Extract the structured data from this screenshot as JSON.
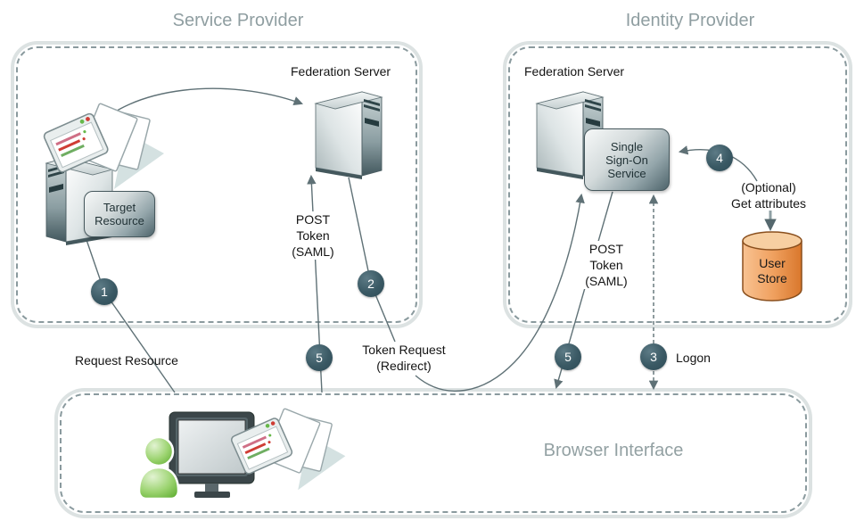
{
  "diagram": {
    "service_provider": {
      "title": "Service Provider",
      "federation_server_label": "Federation Server",
      "target_resource_label": "Target\nResource"
    },
    "identity_provider": {
      "title": "Identity Provider",
      "federation_server_label": "Federation Server",
      "sso_label": "Single\nSign-On\nService",
      "get_attributes_label": "(Optional)\nGet attributes",
      "user_store_label": "User\nStore"
    },
    "browser": {
      "label": "Browser Interface"
    },
    "flows": {
      "request_resource": "Request Resource",
      "post_token_sp": "POST\nToken\n(SAML)",
      "token_request": "Token Request\n(Redirect)",
      "post_token_idp": "POST\nToken\n(SAML)",
      "logon": "Logon"
    },
    "steps": {
      "s1": "1",
      "s2": "2",
      "s3": "3",
      "s4": "4",
      "s5_sp": "5",
      "s5_idp": "5"
    },
    "icons": {
      "server": "server-tower-icon",
      "documents": "documents-icon",
      "user_store": "database-icon",
      "person": "user-icon",
      "monitor": "monitor-icon"
    },
    "colors": {
      "step_circle": "#3a5964",
      "title_gray": "#8f9ea1",
      "line": "#5f7176",
      "zone_band": "#dce2e2",
      "user_store_orange": "#e8914b",
      "person_green": "#7cc24e"
    }
  }
}
